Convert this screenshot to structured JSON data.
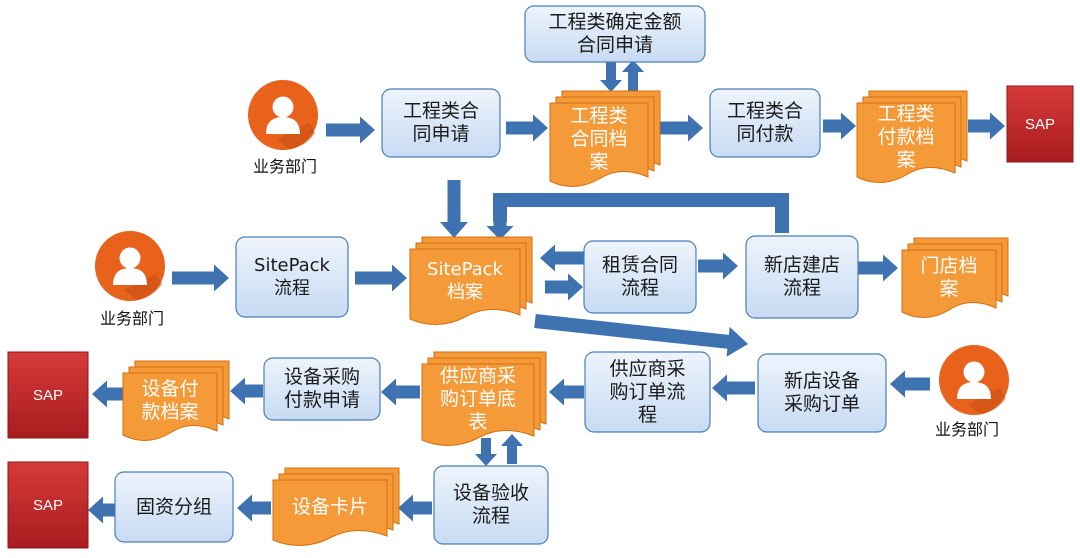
{
  "colors": {
    "process_fill": "#dbe8f7",
    "process_stroke": "#4a7ebb",
    "doc_fill": "#f59a38",
    "doc_stroke": "#d36e12",
    "arrow": "#3e72b0",
    "sap_fill": "#c0282b",
    "person": "#e8621c"
  },
  "icons": {
    "person": "person-icon",
    "document_stack": "document-stack-icon"
  },
  "nodes": {
    "contract_amount": "工程类确定金额\n合同申请",
    "eng_contract_request": "工程类合\n同申请",
    "eng_contract_file": "工程类\n合同档\n案",
    "eng_contract_payment": "工程类合\n同付款",
    "eng_payment_file": "工程类\n付款档\n案",
    "sap_1": "SAP",
    "dept_1": "业务部门",
    "dept_2": "业务部门",
    "dept_3": "业务部门",
    "sitepack_flow": "SitePack\n流程",
    "sitepack_file": "SitePack\n档案",
    "lease_contract_flow": "租赁合同\n流程",
    "new_store_flow": "新店建店\n流程",
    "store_file": "门店档\n案",
    "new_store_equipment_order": "新店设备\n采购订单",
    "supplier_po_flow": "供应商采\n购订单流\n程",
    "supplier_po_file": "供应商采\n购订单底\n表",
    "equipment_payment_request": "设备采购\n付款申请",
    "equipment_payment_file": "设备付\n款档案",
    "sap_2": "SAP",
    "equipment_acceptance_flow": "设备验收\n流程",
    "equipment_card": "设备卡片",
    "fixed_asset_group": "固资分组",
    "sap_3": "SAP"
  }
}
